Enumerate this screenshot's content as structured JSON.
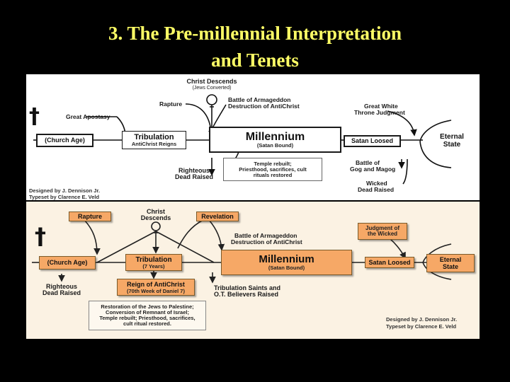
{
  "slide": {
    "title_line1": "3. The Pre-millennial Interpretation",
    "title_line2": "and Tenets"
  },
  "top_chart": {
    "christ_descends": "Christ Descends",
    "jews_converted": "(Jews Converted)",
    "rapture": "Rapture",
    "armageddon_line1": "Battle of Armageddon",
    "armageddon_line2": "Destruction of AntiChrist",
    "great_apostasy": "Great Apostasy",
    "great_white_line1": "Great White",
    "great_white_line2": "Throne Judgment",
    "church_age": "(Church Age)",
    "tribulation": "Tribulation",
    "antichrist_reigns": "AntiChrist Reigns",
    "millennium": "Millennium",
    "satan_bound": "(Satan Bound)",
    "satan_loosed": "Satan Loosed",
    "eternal_line1": "Eternal",
    "eternal_line2": "State",
    "temple_line1": "Temple rebuilt;",
    "temple_line2": "Priesthood, sacrifices, cult",
    "temple_line3": "rituals restored",
    "righteous_line1": "Righteous",
    "righteous_line2": "Dead Raised",
    "gog_line1": "Battle of",
    "gog_line2": "Gog and Magog",
    "wicked_line1": "Wicked",
    "wicked_line2": "Dead Raised",
    "designed_by": "Designed by  J. Dennison Jr.",
    "typeset_by": "Typeset by  Clarence E. Veld"
  },
  "bottom_chart": {
    "rapture": "Rapture",
    "christ_line1": "Christ",
    "christ_line2": "Descends",
    "revelation": "Revelation",
    "armageddon_line1": "Battle of Armageddon",
    "armageddon_line2": "Destruction of AntiChrist",
    "judgment_line1": "Judgment of",
    "judgment_line2": "the Wicked",
    "church_age": "(Church Age)",
    "tribulation": "Tribulation",
    "seven_years": "(7 Years)",
    "millennium": "Millennium",
    "satan_bound": "(Satan Bound)",
    "satan_loosed": "Satan Loosed",
    "eternal_line1": "Eternal",
    "eternal_line2": "State",
    "reign_line1": "Reign of AntiChrist",
    "reign_line2": "(70th Week of Daniel 7)",
    "righteous_line1": "Righteous",
    "righteous_line2": "Dead Raised",
    "saints_line1": "Tribulation Saints and",
    "saints_line2": "O.T. Believers Raised",
    "restoration_line1": "Restoration of the Jews to Palestine;",
    "restoration_line2": "Conversion of Remnant of Israel;",
    "restoration_line3": "Temple rebuilt; Priesthood, sacrifices,",
    "restoration_line4": "cult ritual restored.",
    "designed_by": "Designed by  J. Dennison Jr.",
    "typeset_by": "Typeset by  Clarence E. Veld"
  }
}
